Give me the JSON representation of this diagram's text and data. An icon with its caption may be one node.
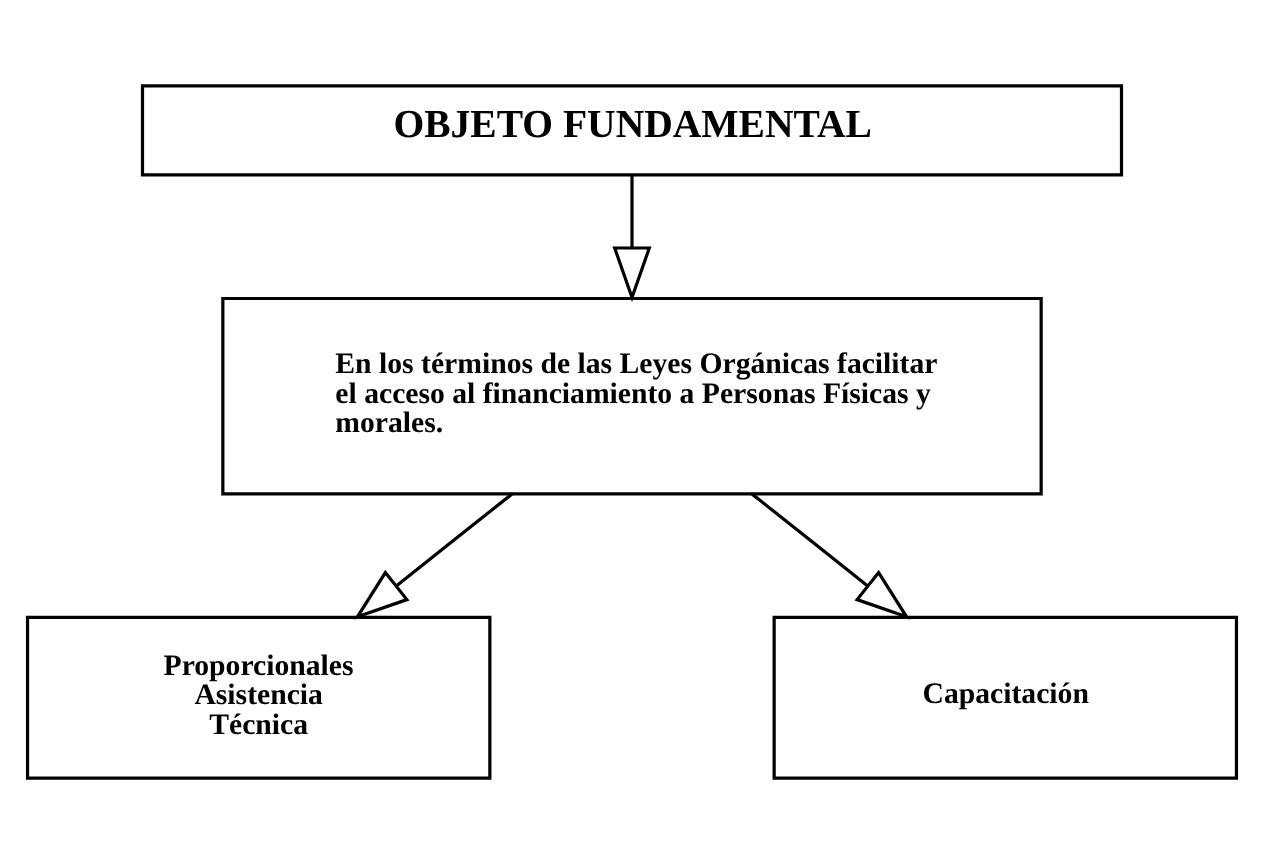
{
  "diagram": {
    "nodes": [
      {
        "text": [
          "OBJETO FUNDAMENTAL"
        ]
      },
      {
        "text": [
          "En los términos de las Leyes Orgánicas facilitar el acceso al financiamiento a Personas Físicas y morales."
        ]
      },
      {
        "text": [
          "Proporcionales Asistencia Técnica"
        ]
      },
      {
        "text": [
          "Capacitación"
        ]
      }
    ],
    "edges": [
      {
        "from": 0,
        "to": 1,
        "arrow": "to"
      },
      {
        "from": 1,
        "to": 2,
        "arrow": "to"
      },
      {
        "from": 1,
        "to": 3,
        "arrow": "to"
      }
    ]
  }
}
